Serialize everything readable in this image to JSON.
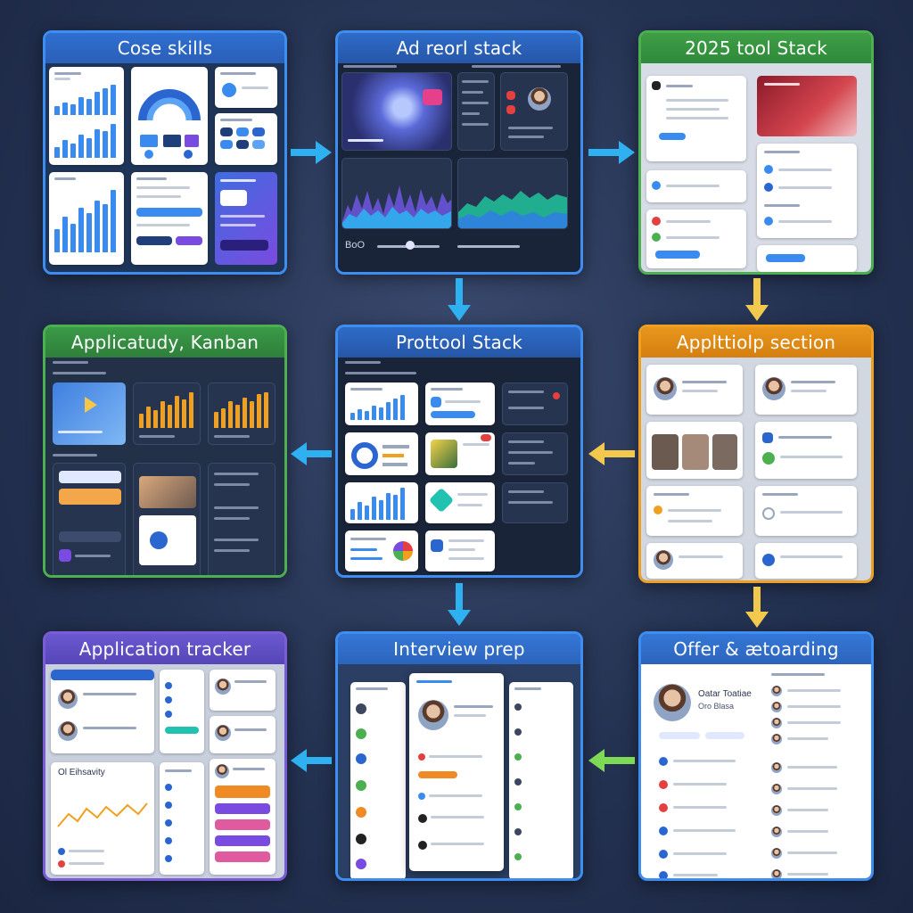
{
  "panels": {
    "p1": {
      "title": "Cose skills"
    },
    "p2": {
      "title": "Ad reorl stack"
    },
    "p3": {
      "title": "2025 tool Stack"
    },
    "p4": {
      "title": "Applicatudy, Kanban"
    },
    "p5": {
      "title": "Prottool Stack"
    },
    "p6": {
      "title": "Applttiolp section"
    },
    "p7": {
      "title": "Application tracker"
    },
    "p8": {
      "title": "Interview prep"
    },
    "p9": {
      "title": "Offer & ætoarding"
    }
  },
  "labels": {
    "p2_counter": "BoO",
    "p7_chart": "Ol Eihsavity",
    "p9_name": "Oatar Toatiae",
    "p9_role": "Oro Blasa"
  },
  "colors": {
    "arrow_blue": "#2fb0f0",
    "arrow_yellow": "#f2c94c",
    "arrow_green": "#7ed957",
    "accent_blue": "#3a8bef",
    "accent_purple": "#7a4be0",
    "accent_orange": "#f08a24"
  },
  "icons": [
    "arrow-right-icon",
    "arrow-down-icon",
    "arrow-left-icon",
    "play-icon",
    "avatar-icon"
  ]
}
